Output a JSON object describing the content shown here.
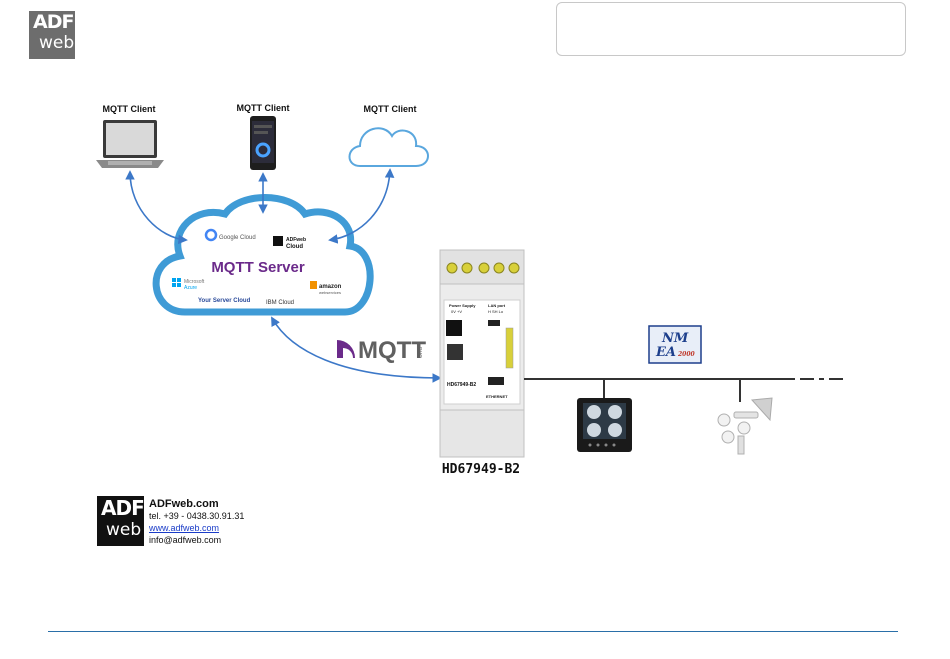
{
  "header": {
    "logo_line1": "ADF",
    "logo_line2": "web"
  },
  "diagram": {
    "client_labels": [
      "MQTT Client",
      "MQTT Client",
      "MQTT Client"
    ],
    "server_label": "MQTT Server",
    "cloud_providers": {
      "google": "Google Cloud",
      "adfweb_line1": "ADFweb",
      "adfweb_line2": "Cloud",
      "azure_line1": "Microsoft",
      "azure_line2": "Azure",
      "your_server": "Your Server Cloud",
      "ibm": "IBM Cloud",
      "amazon_line1": "amazon",
      "amazon_line2": "webservices"
    },
    "protocol_logo": "MQTT",
    "protocol_suffix": "ORG",
    "device": {
      "model": "HD67949-B2",
      "power_supply": "Power Supply",
      "power_pins": "0V  +V",
      "lan_port": "LAN port",
      "lan_pins": "H  SH  Lo",
      "ethernet": "ETHERNET",
      "converter_label": "HD67949-B2"
    },
    "nmea_line1": "NM",
    "nmea_line2": "EA",
    "nmea_year": "2000"
  },
  "company": {
    "name": "ADFweb.com",
    "tel": "tel. +39 - 0438.30.91.31",
    "website": "www.adfweb.com",
    "email": "info@adfweb.com",
    "logo_line1": "ADF",
    "logo_line2": "web"
  },
  "colors": {
    "arrow_blue": "#3c78c8",
    "cloud_blue": "#3f9bd6",
    "mqtt_purple": "#6b2a8a",
    "footer_line": "#2a6fa8"
  }
}
